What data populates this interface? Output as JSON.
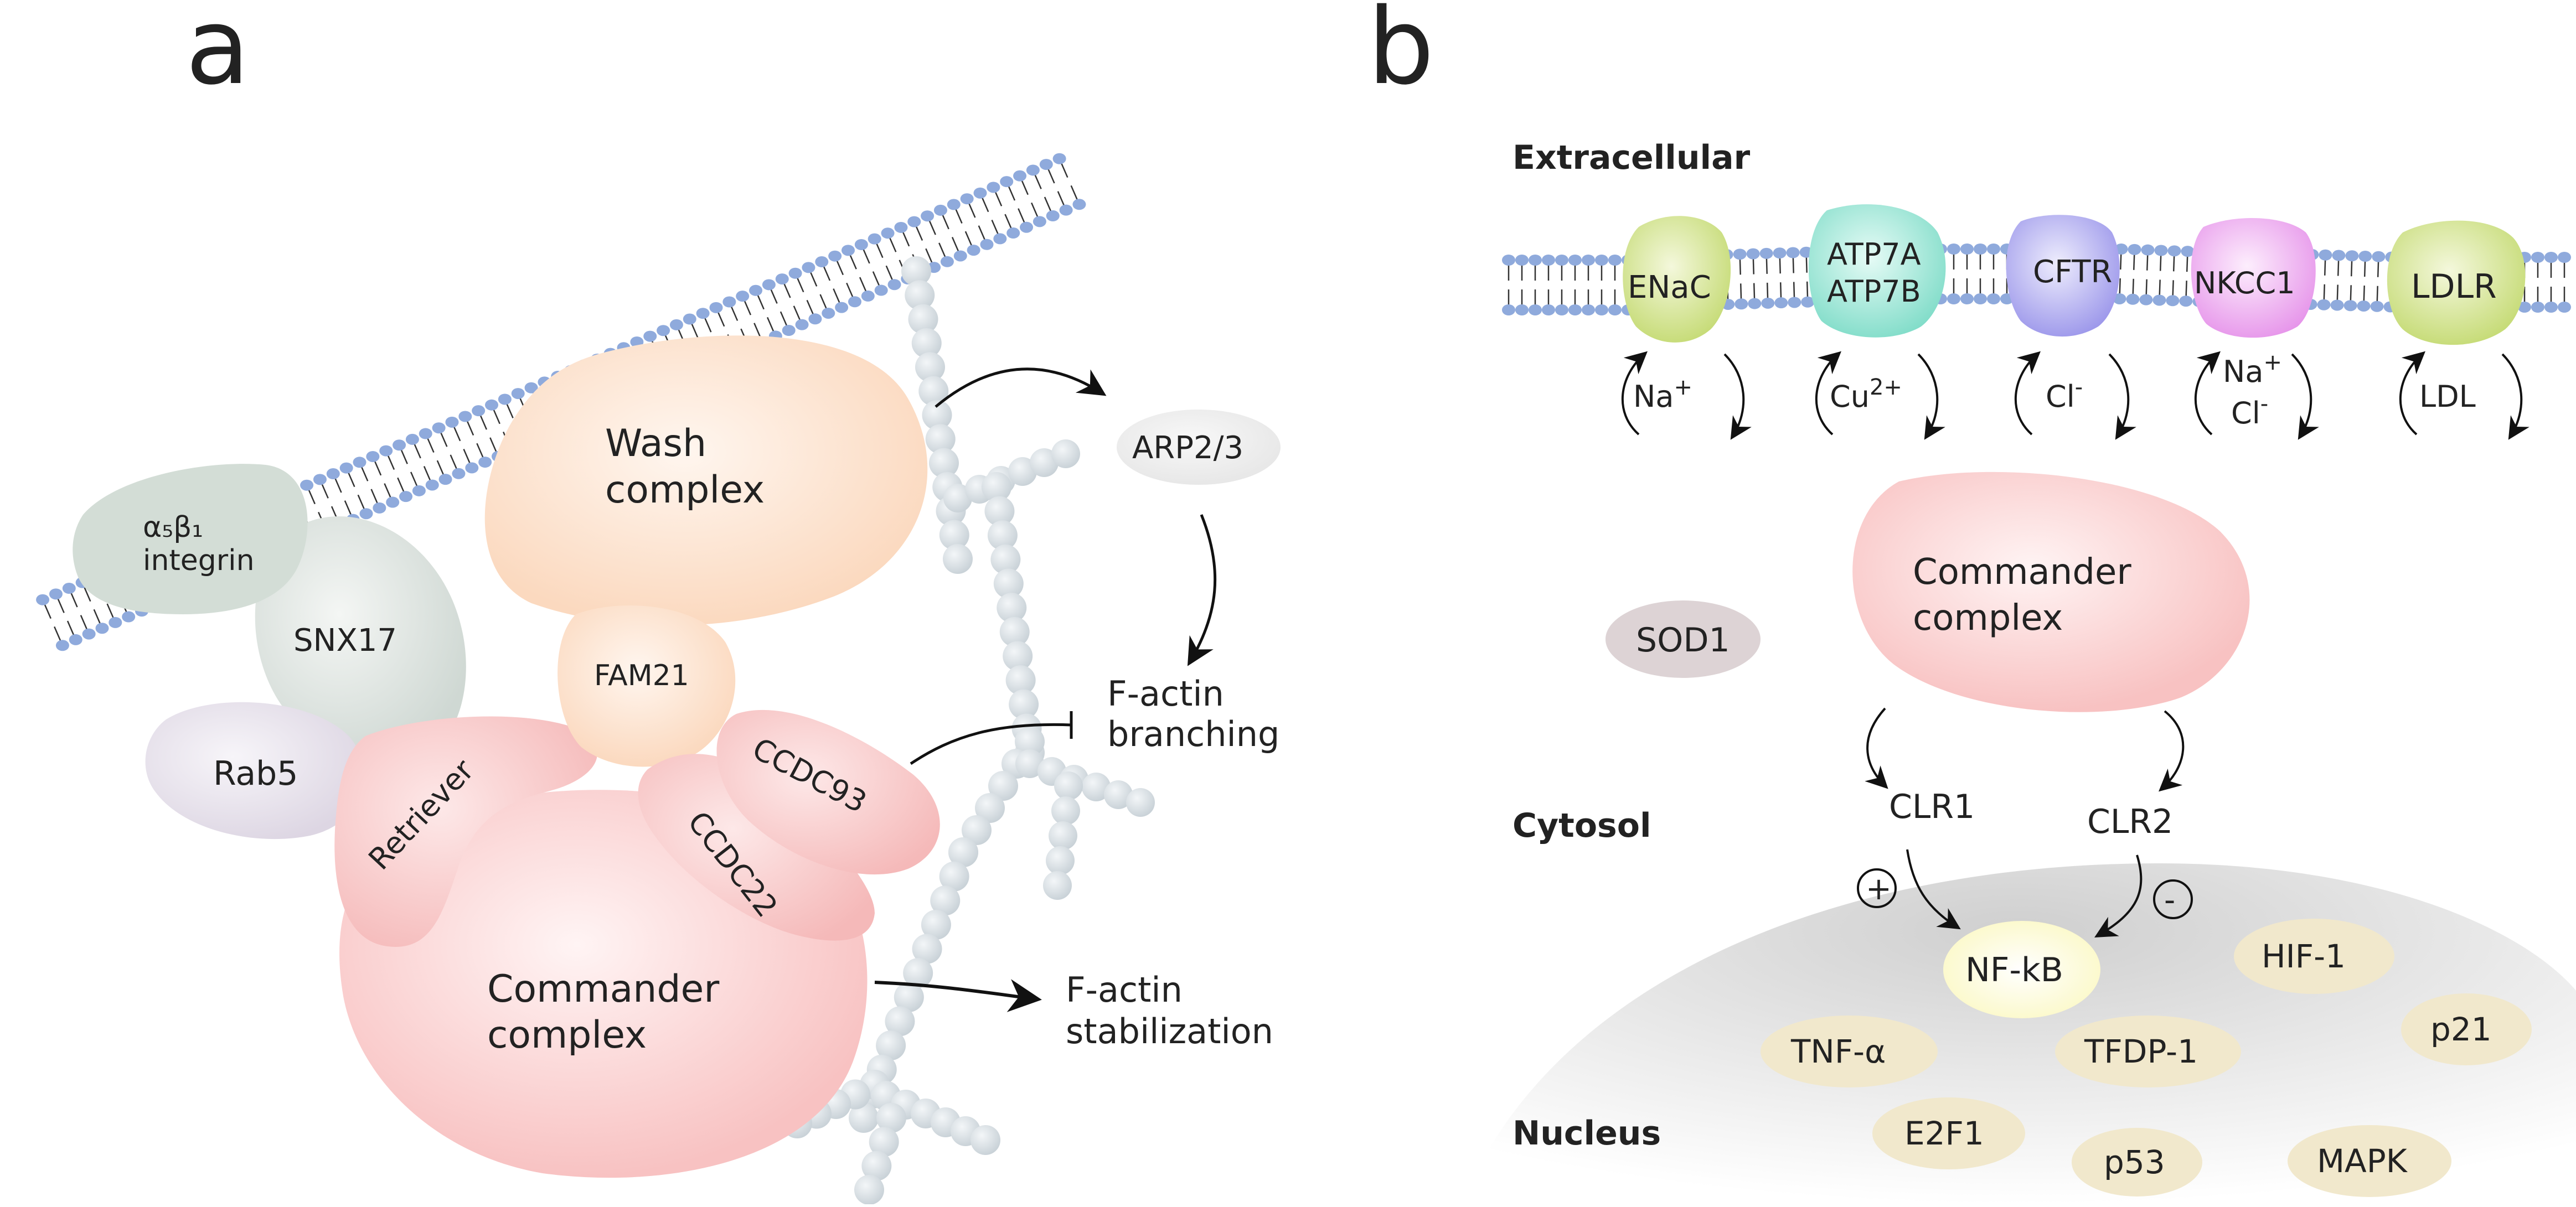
{
  "panel_a": {
    "letter": "a",
    "labels": {
      "integrin_line1": "α₅β₁",
      "integrin_line2": "integrin",
      "snx17": "SNX17",
      "rab5": "Rab5",
      "wash_line1": "Wash",
      "wash_line2": "complex",
      "fam21": "FAM21",
      "retriever": "Retriever",
      "ccdc93": "CCDC93",
      "ccdc22": "CCDC22",
      "commander_line1": "Commander",
      "commander_line2": "complex",
      "arp": "ARP2/3",
      "branching_line1": "F-actin",
      "branching_line2": "branching",
      "stab_line1": "F-actin",
      "stab_line2": "stabilization"
    }
  },
  "panel_b": {
    "letter": "b",
    "regions": {
      "extracellular": "Extracellular",
      "cytosol": "Cytosol",
      "nucleus": "Nucleus"
    },
    "channels": [
      {
        "name": "ENaC",
        "color": "#cfe08a"
      },
      {
        "name_line1": "ATP7A",
        "name_line2": "ATP7B",
        "color": "#8fe3d3"
      },
      {
        "name": "CFTR",
        "color": "#a9a6ee"
      },
      {
        "name": "NKCC1",
        "color": "#eca4ef"
      },
      {
        "name": "LDLR",
        "color": "#cfe08a"
      }
    ],
    "ions": {
      "na": "Na",
      "na_sup": "+",
      "cu": "Cu",
      "cu_sup": "2+",
      "cl": "Cl",
      "cl_sup": "-",
      "nkcc_na": "Na",
      "nkcc_na_sup": "+",
      "nkcc_cl": "Cl",
      "nkcc_cl_sup": "-",
      "ldl": "LDL"
    },
    "commander_line1": "Commander",
    "commander_line2": "complex",
    "sod1": "SOD1",
    "clr1": "CLR1",
    "clr2": "CLR2",
    "plus": "+",
    "minus": "-",
    "nfkb": "NF-kB",
    "factors": {
      "tnf": "TNF-α",
      "tfdp": "TFDP-1",
      "hif": "HIF-1",
      "p21": "p21",
      "e2f1": "E2F1",
      "p53": "p53",
      "mapk": "MAPK"
    }
  },
  "colors": {
    "membrane_head": "#8faadc",
    "commander": "#f8c8c8",
    "wash": "#fbdcc4",
    "integrin": "#d8e0dc",
    "rab5": "#e6e1ea",
    "actin": "#d9dfe3",
    "nfkb": "#fdfbd2",
    "factor": "#f2ead0",
    "sod1": "#e0d7d9",
    "nucleus": "#e4e4e4"
  }
}
